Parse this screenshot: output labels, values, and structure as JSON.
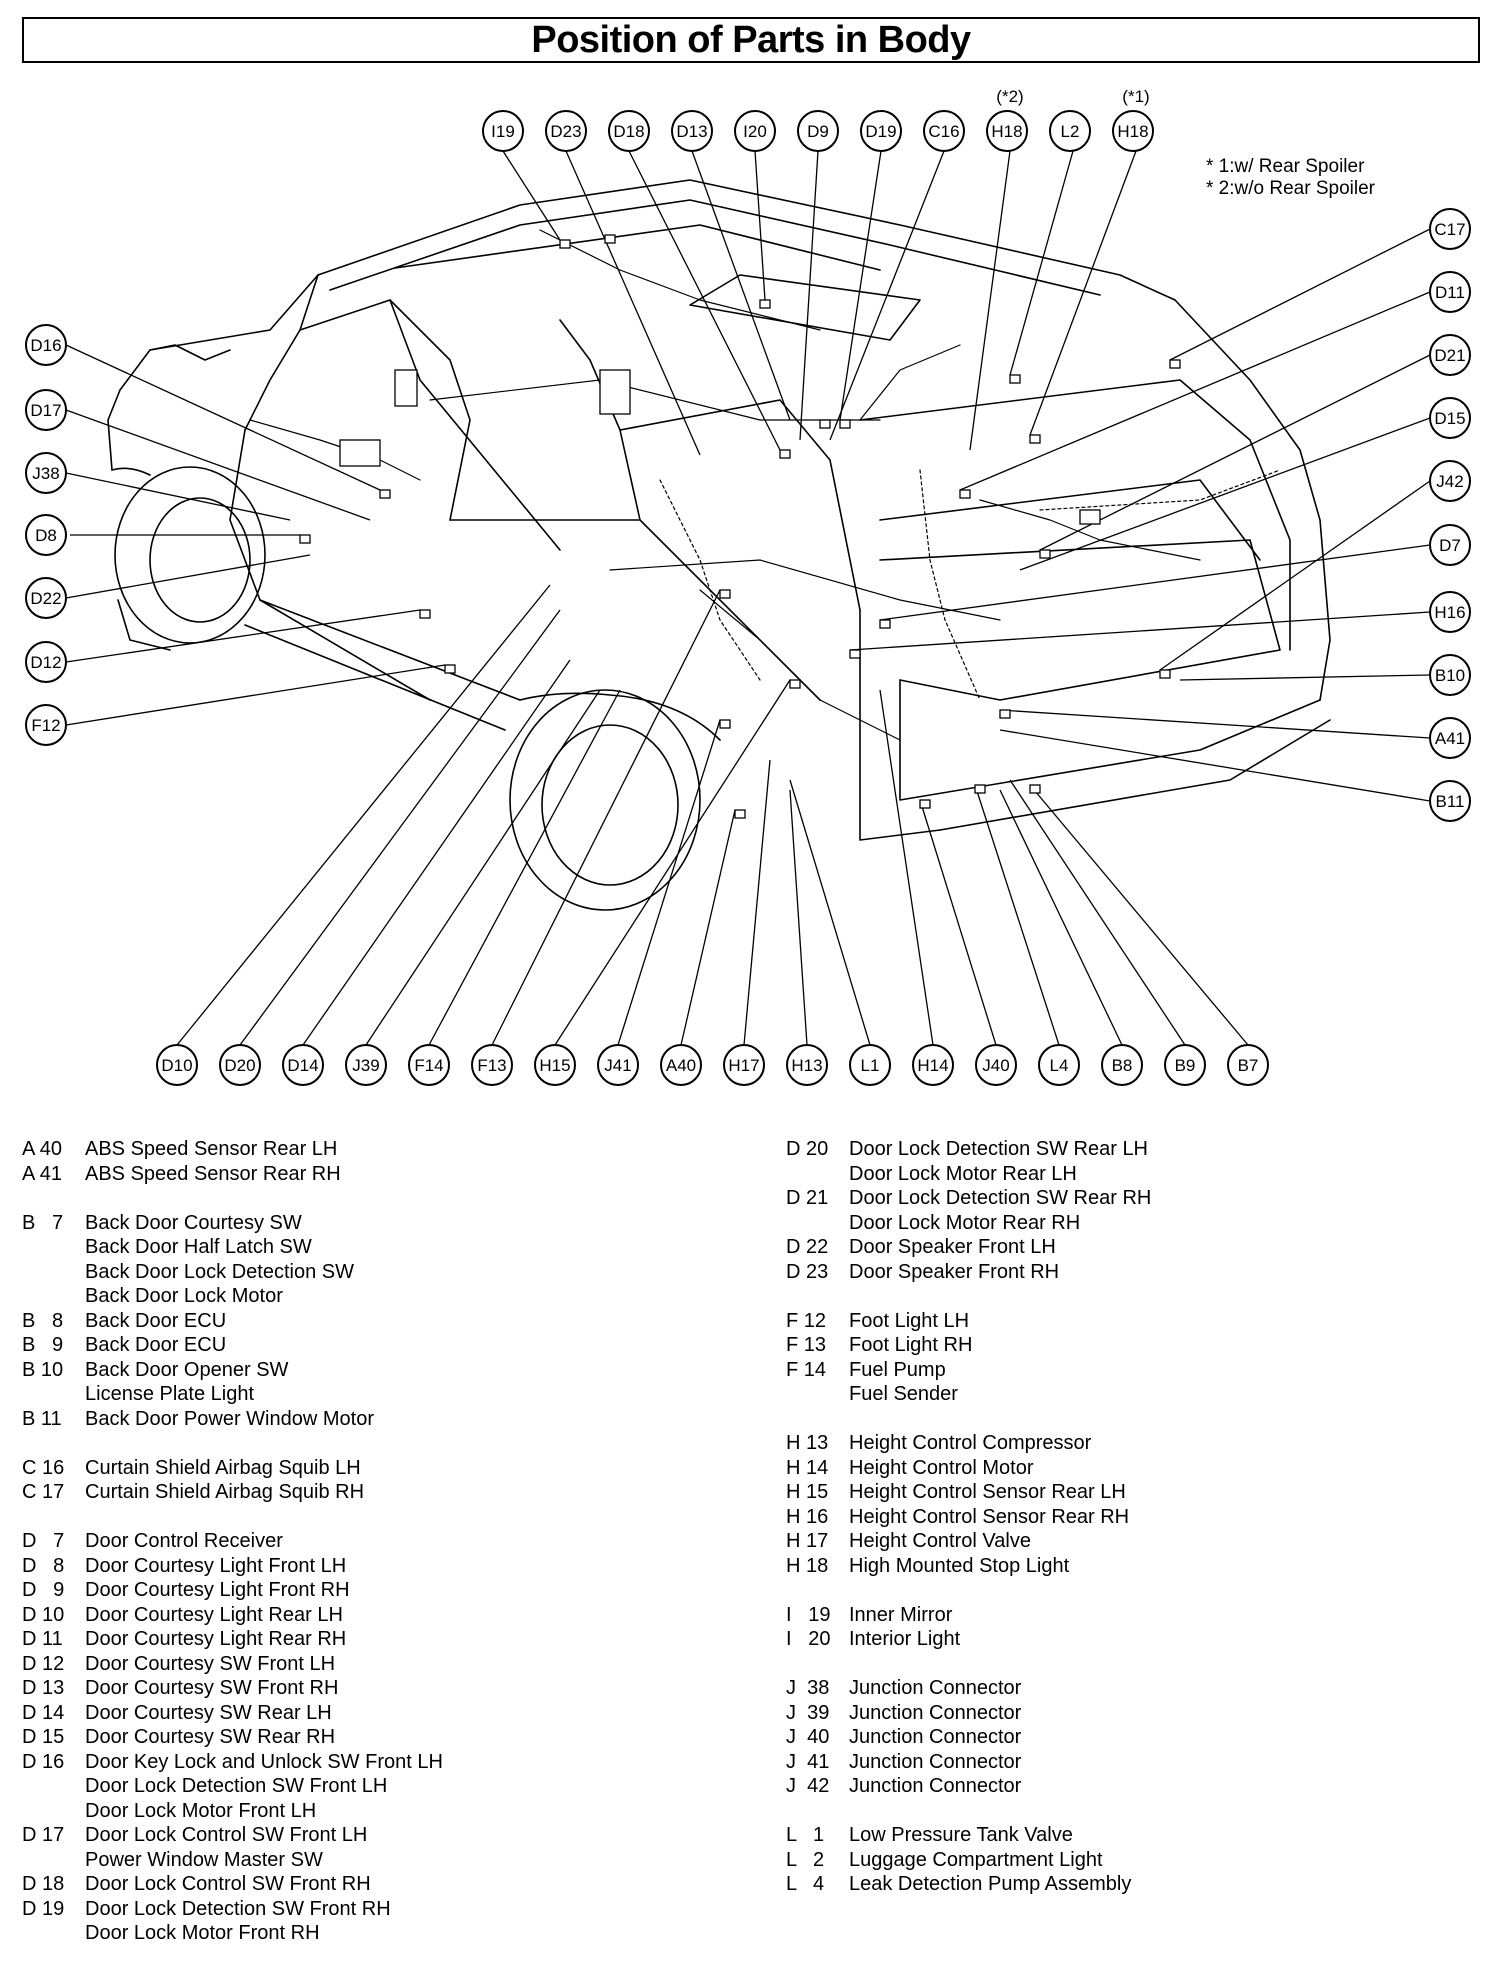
{
  "title": "Position of Parts in Body",
  "notes": {
    "n1": "* 1:w/ Rear Spoiler",
    "n2": "* 2:w/o Rear Spoiler"
  },
  "callouts": {
    "top": [
      "I19",
      "D23",
      "D18",
      "D13",
      "I20",
      "D9",
      "D19",
      "C16",
      "H18",
      "L2",
      "H18"
    ],
    "top_marks": [
      "(*2)",
      "(*1)"
    ],
    "left": [
      "D16",
      "D17",
      "J38",
      "D8",
      "D22",
      "D12",
      "F12"
    ],
    "right": [
      "C17",
      "D11",
      "D21",
      "D15",
      "J42",
      "D7",
      "H16",
      "B10",
      "A41",
      "B11"
    ],
    "bottom": [
      "D10",
      "D20",
      "D14",
      "J39",
      "F14",
      "F13",
      "H15",
      "J41",
      "A40",
      "H17",
      "H13",
      "L1",
      "H14",
      "J40",
      "L4",
      "B8",
      "B9",
      "B7"
    ]
  },
  "legend": {
    "left": [
      {
        "code": "A 40",
        "desc": "ABS Speed Sensor Rear LH"
      },
      {
        "code": "A 41",
        "desc": "ABS Speed Sensor Rear RH"
      },
      {
        "gap": true
      },
      {
        "code": "B   7",
        "desc": "Back Door Courtesy SW"
      },
      {
        "code": "",
        "desc": "Back Door Half Latch SW"
      },
      {
        "code": "",
        "desc": "Back Door Lock Detection SW"
      },
      {
        "code": "",
        "desc": "Back Door Lock Motor"
      },
      {
        "code": "B   8",
        "desc": "Back Door ECU"
      },
      {
        "code": "B   9",
        "desc": "Back Door ECU"
      },
      {
        "code": "B 10",
        "desc": "Back Door Opener SW"
      },
      {
        "code": "",
        "desc": "License Plate Light"
      },
      {
        "code": "B 11",
        "desc": "Back Door Power Window Motor"
      },
      {
        "gap": true
      },
      {
        "code": "C 16",
        "desc": "Curtain Shield Airbag Squib LH"
      },
      {
        "code": "C 17",
        "desc": "Curtain Shield Airbag Squib RH"
      },
      {
        "gap": true
      },
      {
        "code": "D   7",
        "desc": "Door Control Receiver"
      },
      {
        "code": "D   8",
        "desc": "Door Courtesy Light Front LH"
      },
      {
        "code": "D   9",
        "desc": "Door Courtesy Light Front RH"
      },
      {
        "code": "D 10",
        "desc": "Door Courtesy Light Rear LH"
      },
      {
        "code": "D 11",
        "desc": "Door Courtesy Light Rear RH"
      },
      {
        "code": "D 12",
        "desc": "Door Courtesy SW Front LH"
      },
      {
        "code": "D 13",
        "desc": "Door Courtesy SW Front RH"
      },
      {
        "code": "D 14",
        "desc": "Door Courtesy SW Rear LH"
      },
      {
        "code": "D 15",
        "desc": "Door Courtesy SW Rear RH"
      },
      {
        "code": "D 16",
        "desc": "Door Key Lock and Unlock SW Front LH"
      },
      {
        "code": "",
        "desc": "Door Lock Detection SW Front LH"
      },
      {
        "code": "",
        "desc": "Door Lock Motor Front LH"
      },
      {
        "code": "D 17",
        "desc": "Door Lock Control SW Front LH"
      },
      {
        "code": "",
        "desc": "Power Window Master SW"
      },
      {
        "code": "D 18",
        "desc": "Door Lock Control SW Front RH"
      },
      {
        "code": "D 19",
        "desc": "Door Lock Detection SW Front RH"
      },
      {
        "code": "",
        "desc": "Door Lock Motor Front RH"
      }
    ],
    "right": [
      {
        "code": "D 20",
        "desc": "Door Lock Detection SW Rear LH"
      },
      {
        "code": "",
        "desc": "Door Lock Motor Rear LH"
      },
      {
        "code": "D 21",
        "desc": "Door Lock Detection SW Rear RH"
      },
      {
        "code": "",
        "desc": "Door Lock Motor Rear RH"
      },
      {
        "code": "D 22",
        "desc": "Door Speaker Front LH"
      },
      {
        "code": "D 23",
        "desc": "Door Speaker Front RH"
      },
      {
        "gap": true
      },
      {
        "code": "F 12",
        "desc": "Foot Light LH"
      },
      {
        "code": "F 13",
        "desc": "Foot Light RH"
      },
      {
        "code": "F 14",
        "desc": "Fuel Pump"
      },
      {
        "code": "",
        "desc": "Fuel Sender"
      },
      {
        "gap": true
      },
      {
        "code": "H 13",
        "desc": "Height Control Compressor"
      },
      {
        "code": "H 14",
        "desc": "Height Control Motor"
      },
      {
        "code": "H 15",
        "desc": "Height Control Sensor Rear LH"
      },
      {
        "code": "H 16",
        "desc": "Height Control Sensor Rear RH"
      },
      {
        "code": "H 17",
        "desc": "Height Control Valve"
      },
      {
        "code": "H 18",
        "desc": "High Mounted Stop Light"
      },
      {
        "gap": true
      },
      {
        "code": "I   19",
        "desc": "Inner Mirror"
      },
      {
        "code": "I   20",
        "desc": "Interior Light"
      },
      {
        "gap": true
      },
      {
        "code": "J  38",
        "desc": "Junction Connector"
      },
      {
        "code": "J  39",
        "desc": "Junction Connector"
      },
      {
        "code": "J  40",
        "desc": "Junction Connector"
      },
      {
        "code": "J  41",
        "desc": "Junction Connector"
      },
      {
        "code": "J  42",
        "desc": "Junction Connector"
      },
      {
        "gap": true
      },
      {
        "code": "L   1",
        "desc": "Low Pressure Tank Valve"
      },
      {
        "code": "L   2",
        "desc": "Luggage Compartment Light"
      },
      {
        "code": "L   4",
        "desc": "Leak Detection Pump Assembly"
      }
    ]
  }
}
